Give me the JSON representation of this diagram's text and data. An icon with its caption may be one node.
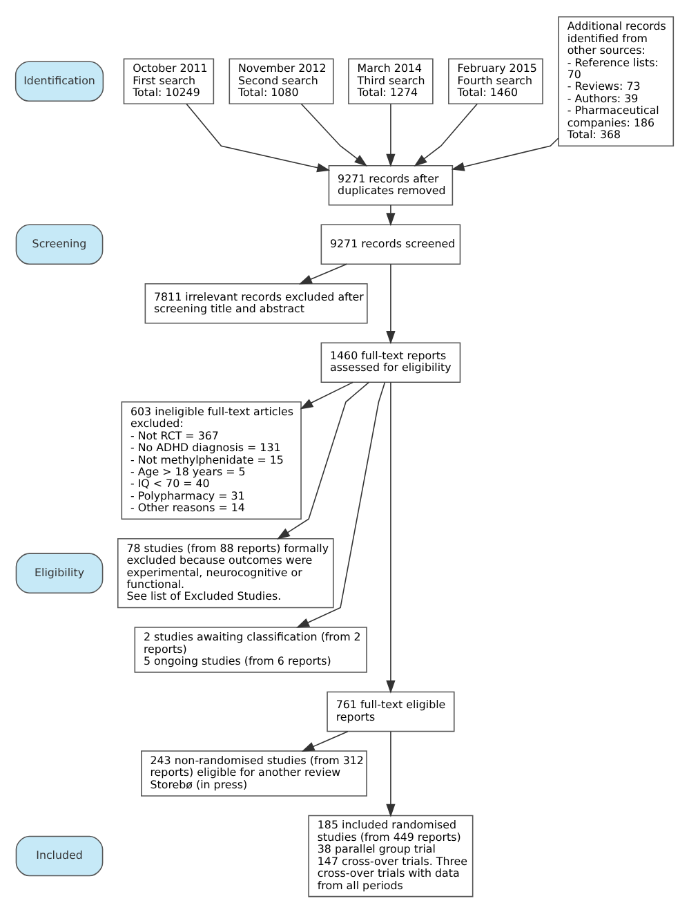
{
  "diagram": {
    "nodes": [
      {
        "text": [
          "Identification"
        ]
      },
      {
        "text": [
          "October 2011 First search",
          "Total: 10249"
        ]
      },
      {
        "text": [
          "November 2012 Second search",
          "Total: 1080"
        ]
      },
      {
        "text": [
          "March 2014 Third search",
          "Total: 1274"
        ]
      },
      {
        "text": [
          "February 2015 Fourth search",
          "Total: 1460"
        ]
      },
      {
        "text": [
          "Additional records identified from other sources:",
          "- Reference lists: 70",
          "- Reviews: 73",
          "- Authors: 39",
          "- Pharmaceutical companies: 186",
          "Total: 368"
        ]
      },
      {
        "text": [
          "Screening"
        ]
      },
      {
        "text": [
          "9271 records after duplicates removed"
        ]
      },
      {
        "text": [
          "9271 records screened"
        ]
      },
      {
        "text": [
          "7811 irrelevant records excluded after screening title and abstract"
        ]
      },
      {
        "text": [
          "Eligibility"
        ]
      },
      {
        "text": [
          "1460 full-text reports assessed for eligibility"
        ]
      },
      {
        "text": [
          "603 ineligible full-text articles excluded:",
          "- Not RCT = 367",
          "- No ADHD diagnosis = 131",
          "- Not methylphenidate = 15",
          "- Age > 18 years = 5",
          "- IQ < 70 = 40",
          "- Polypharmacy = 31",
          "- Other reasons = 14"
        ]
      },
      {
        "text": [
          "78 studies (from 88 reports) formally excluded because outcomes were experimental, neurocognitive or functional.",
          "See list of Excluded Studies."
        ]
      },
      {
        "text": [
          "2 studies awaiting classification (from 2 reports)",
          "5 ongoing studies (from 6 reports)"
        ]
      },
      {
        "text": [
          "761 full-text eligible reports"
        ]
      },
      {
        "text": [
          "243 non-randomised studies (from 312 reports) eligible for another review Storebø (in press)"
        ]
      },
      {
        "text": [
          "Included"
        ]
      },
      {
        "text": [
          "185 included randomised studies (from 449 reports)",
          "38 parallel group trial",
          "147 cross-over trials. Three cross-over trials with data from all periods"
        ]
      }
    ],
    "edges": [
      {
        "from": 1,
        "to": 7,
        "arrow": "to"
      },
      {
        "from": 2,
        "to": 7,
        "arrow": "to"
      },
      {
        "from": 3,
        "to": 7,
        "arrow": "to"
      },
      {
        "from": 4,
        "to": 7,
        "arrow": "to"
      },
      {
        "from": 5,
        "to": 7,
        "arrow": "to"
      },
      {
        "from": 7,
        "to": 8,
        "arrow": "to"
      },
      {
        "from": 8,
        "to": 9,
        "arrow": "to"
      },
      {
        "from": 8,
        "to": 11,
        "arrow": "to"
      },
      {
        "from": 11,
        "to": 12,
        "arrow": "to"
      },
      {
        "from": 11,
        "to": 13,
        "arrow": "to"
      },
      {
        "from": 11,
        "to": 14,
        "arrow": "to"
      },
      {
        "from": 11,
        "to": 15,
        "arrow": "to"
      },
      {
        "from": 15,
        "to": 16,
        "arrow": "to"
      },
      {
        "from": 15,
        "to": 18,
        "arrow": "to"
      }
    ]
  }
}
